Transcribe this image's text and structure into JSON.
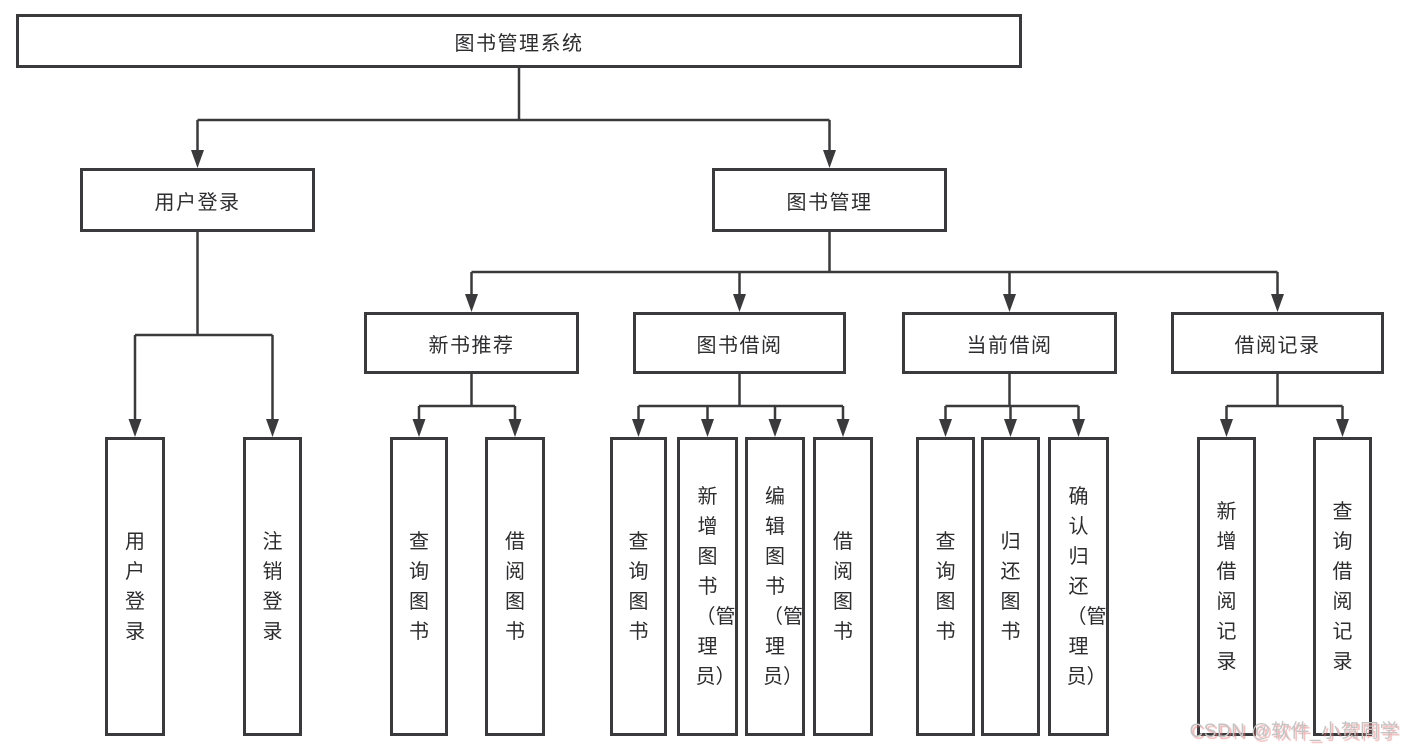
{
  "nodes": {
    "root": {
      "label": "图书管理系统"
    },
    "user_login": {
      "label": "用户登录"
    },
    "book_mgmt": {
      "label": "图书管理"
    },
    "new_books": {
      "label": "新书推荐"
    },
    "book_borrow": {
      "label": "图书借阅"
    },
    "current_borrow": {
      "label": "当前借阅"
    },
    "borrow_records": {
      "label": "借阅记录"
    },
    "leaves": {
      "login": "用户登录",
      "logout": "注销登录",
      "nb_query": "查询图书",
      "nb_borrow": "借阅图书",
      "bb_query": "查询图书",
      "bb_add": "新增图书（管理员）",
      "bb_edit": "编辑图书（管理员）",
      "bb_borrow": "借阅图书",
      "cb_query": "查询图书",
      "cb_return": "归还图书",
      "cb_confirm": "确认归还（管理员）",
      "br_add": "新增借阅记录",
      "br_query": "查询借阅记录"
    }
  },
  "watermark": "CSDN @软件_小贺同学",
  "colors": {
    "line": "#3a3a3c",
    "box_background": "#ffffff",
    "text": "#2d2d2f",
    "watermark_text": "#c4c4c4",
    "watermark_shadow": "#e17373"
  }
}
